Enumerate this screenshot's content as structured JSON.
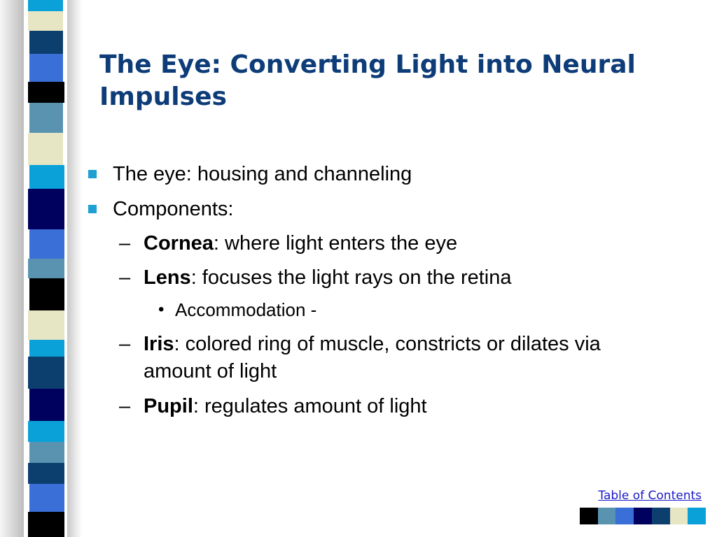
{
  "slide": {
    "title": "The Eye: Converting Light into Neural Impulses",
    "bullets": [
      {
        "text": "The eye: housing and channeling"
      },
      {
        "text": "Components:"
      }
    ],
    "components": [
      {
        "term": "Cornea",
        "desc": ": where light enters the eye"
      },
      {
        "term": "Lens",
        "desc": ": focuses the light rays on the retina"
      },
      {
        "term": "Iris",
        "desc": ": colored ring of muscle, constricts or dilates via",
        "desc_cont": "amount of light"
      },
      {
        "term": "Pupil",
        "desc": ": regulates amount of light"
      }
    ],
    "sub_bullet": "Accommodation -",
    "dash_glyph": "–",
    "dot_glyph": "•",
    "toc_link": "Table of Contents"
  },
  "theme": {
    "title_color": "#0d3c78",
    "bullet_color": "#1ea0d2",
    "link_color": "#1a1ac8",
    "strip_colors": [
      "#0aa0d8",
      "#e6e6c4",
      "#0d3f6e",
      "#3a6fd8",
      "#000000",
      "#5a93b0",
      "#00005e"
    ],
    "footer_colors": [
      "#000000",
      "#5a93b0",
      "#3a6fd8",
      "#00005e",
      "#0d3f6e",
      "#e6e6c4",
      "#0aa0d8"
    ]
  }
}
